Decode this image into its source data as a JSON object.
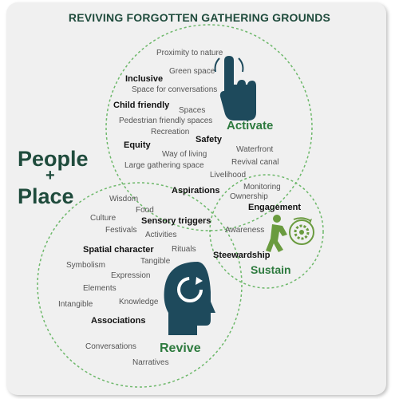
{
  "title": "REVIVING FORGOTTEN GATHERING GROUNDS",
  "center": {
    "line1": "People",
    "line2": "+",
    "line3": "Place"
  },
  "activate": {
    "label": "Activate",
    "terms": [
      "Proximity to nature",
      "Green space",
      "Inclusive",
      "Space for conversations",
      "Child friendly",
      "Spaces",
      "Pedestrian friendly spaces",
      "Recreation",
      "Equity",
      "Safety",
      "Waterfront",
      "Way of living",
      "Revival canal",
      "Large gathering space",
      "Livelihood",
      "Aspirations"
    ]
  },
  "sustain": {
    "label": "Sustain",
    "terms": [
      "Monitoring",
      "Ownership",
      "Engagement",
      "Awareness",
      "Steewardship"
    ]
  },
  "revive": {
    "label": "Revive",
    "terms": [
      "Wisdom",
      "Food",
      "Culture",
      "Sensory triggers",
      "Festivals",
      "Activities",
      "Spatial character",
      "Rituals",
      "Tangible",
      "Symbolism",
      "Expression",
      "Elements",
      "Intangible",
      "Knowledge",
      "Associations",
      "Conversations",
      "Narratives"
    ]
  },
  "colors": {
    "primary": "#1f4b3c",
    "accent": "#2d7a3e",
    "icon": "#1e4a5c",
    "circle": "#6db86a"
  }
}
